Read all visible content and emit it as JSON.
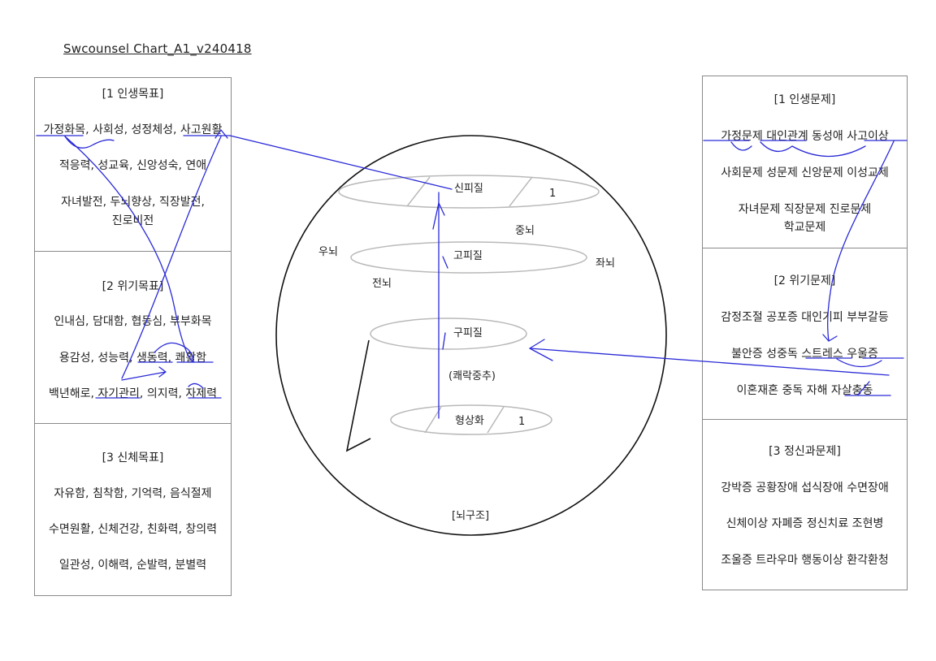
{
  "title": "Swcounsel Chart_A1_v240418",
  "left_panel": {
    "sections": [
      {
        "title": "[1 인생목표]",
        "lines": [
          "가정화목, 사회성, 성정체성, 사고원활",
          "적응력, 성교육, 신앙성숙, 연애",
          "자녀발전, 두뇌향상, 직장발전,",
          "진로비전"
        ]
      },
      {
        "title": "[2 위기목표]",
        "lines": [
          "인내심, 담대함, 협동심, 부부화목",
          "용감성, 성능력, 생동력, 쾌활함",
          "백년해로, 자기관리, 의지력, 자제력"
        ]
      },
      {
        "title": "[3 신체목표]",
        "lines": [
          "자유함, 침착함, 기억력, 음식절제",
          "수면원활, 신체건강, 친화력, 창의력",
          "일관성, 이해력, 순발력, 분별력"
        ]
      }
    ]
  },
  "right_panel": {
    "sections": [
      {
        "title": "[1 인생문제]",
        "lines": [
          "가정문제   대인관계   동성애   사고이상",
          "사회문제   성문제   신앙문제   이성교제",
          "자녀문제   직장문제   진로문제",
          "학교문제"
        ]
      },
      {
        "title": "[2 위기문제]",
        "lines": [
          "감정조절   공포증   대인기피   부부갈등",
          "불안증   성중독   스트레스   우울증",
          "이혼재혼   중독   자해   자살충동"
        ]
      },
      {
        "title": "[3 정신과문제]",
        "lines": [
          "강박증   공황장애   섭식장애   수면장애",
          "신체이상   자폐증   정신치료   조현병",
          "조울증   트라우마   행동이상   환각환청"
        ]
      }
    ]
  },
  "brain": {
    "layers": [
      {
        "label": "신피질",
        "mark": "1"
      },
      {
        "label": "고피질"
      },
      {
        "label": "구피질"
      },
      {
        "label": "형상화",
        "mark": "1"
      }
    ],
    "regions": {
      "left": "우뇌",
      "center": "중뇌",
      "right": "좌뇌",
      "front": "전뇌"
    },
    "annotation": "(쾌락중추)",
    "caption": "[뇌구조]"
  },
  "colors": {
    "annotation": "#2a2ad8",
    "border": "#8a8a8a",
    "ellipse": "#b9b9b9",
    "text": "#222222"
  }
}
